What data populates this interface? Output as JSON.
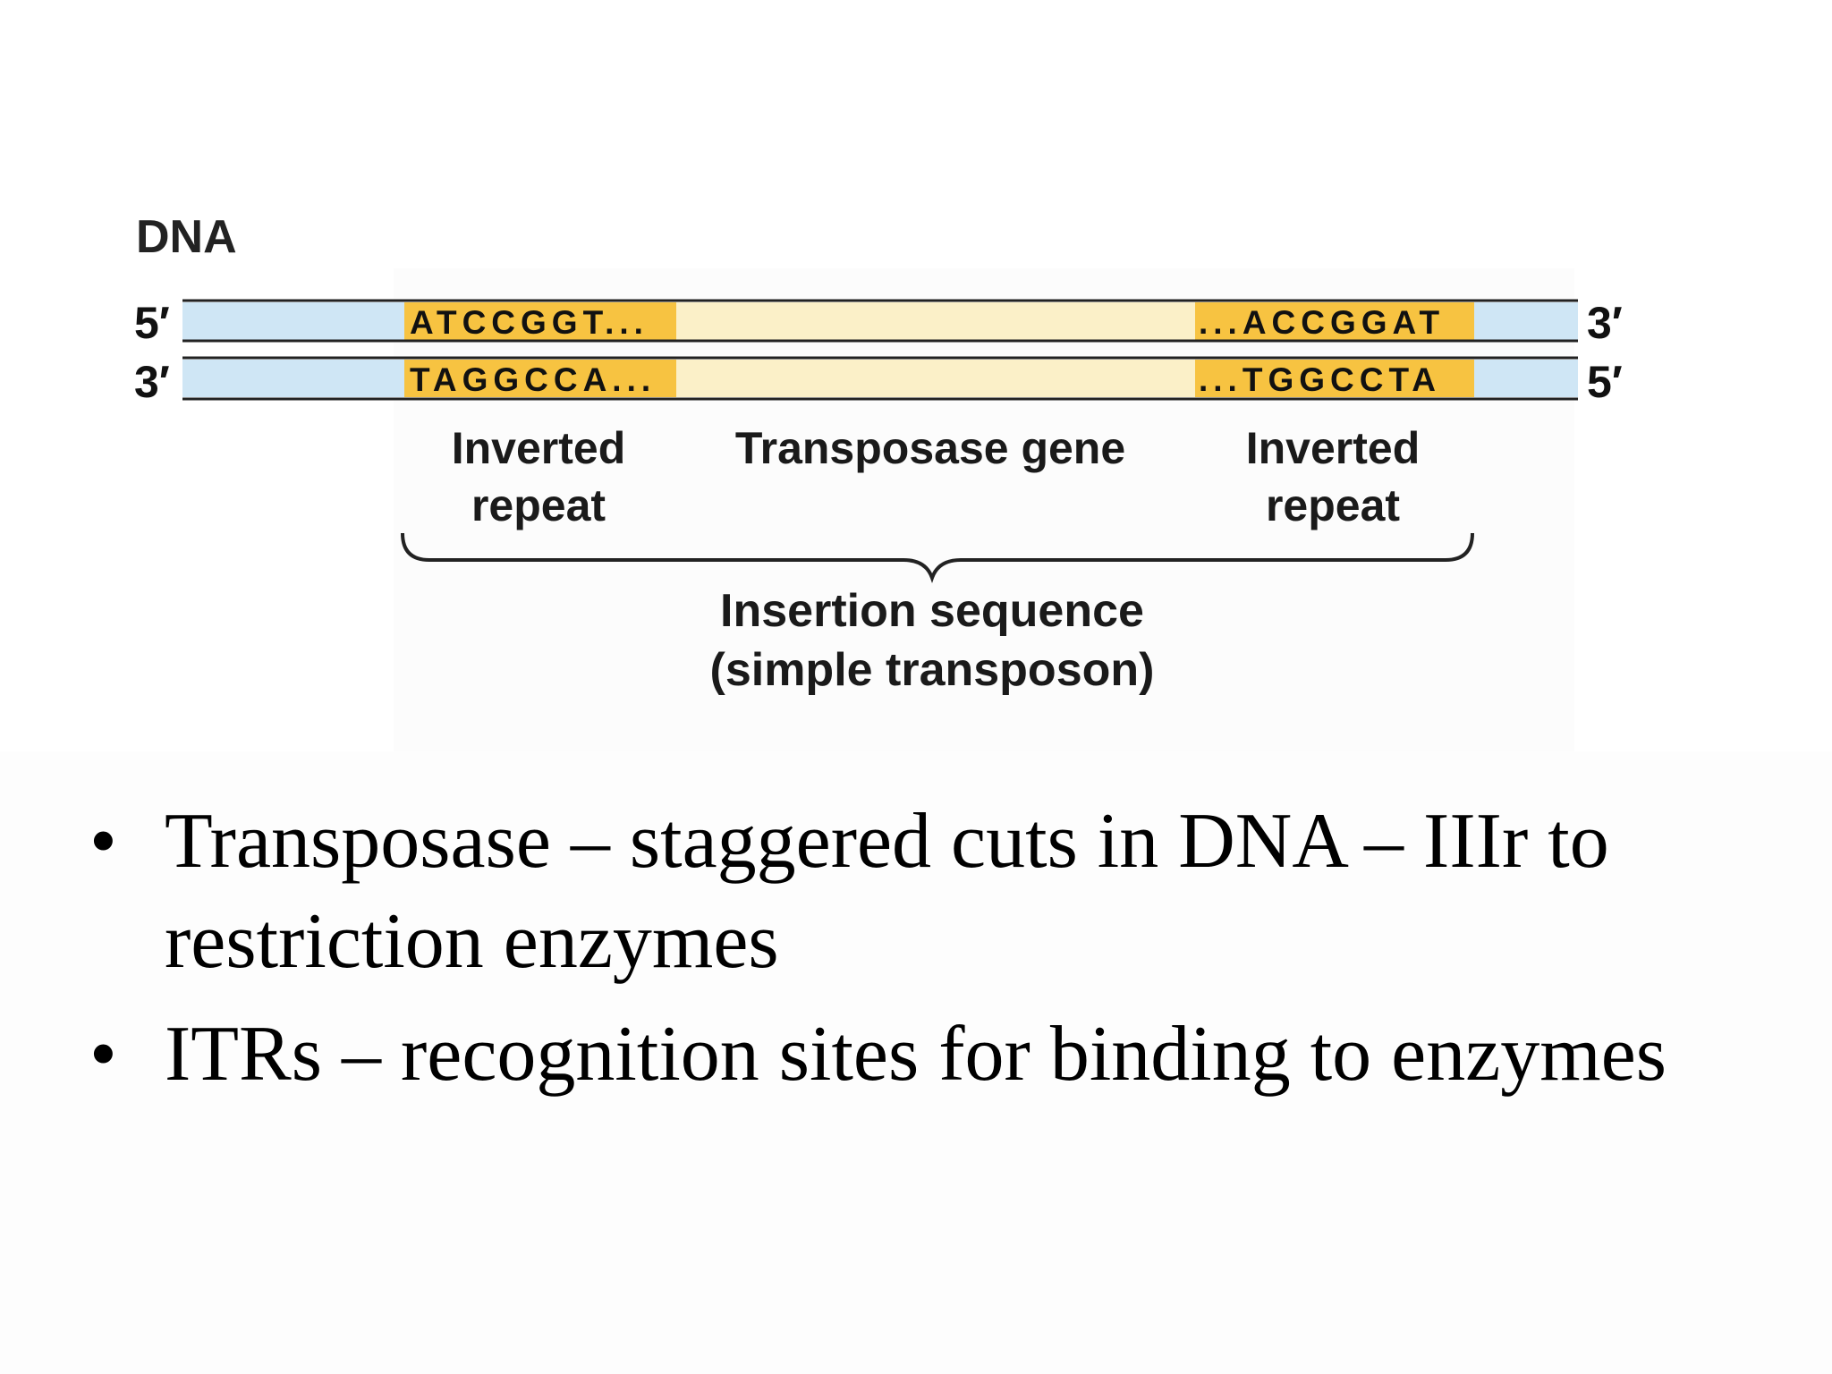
{
  "diagram": {
    "title": "DNA",
    "top_strand": {
      "left_end": "5′",
      "right_end": "3′",
      "left_repeat": "ATCCGGT...",
      "right_repeat": "...ACCGGAT"
    },
    "bottom_strand": {
      "left_end": "3′",
      "right_end": "5′",
      "left_repeat": "TAGGCCA...",
      "right_repeat": "...TGGCCTA"
    },
    "labels": {
      "left_repeat_line1": "Inverted",
      "left_repeat_line2": "repeat",
      "middle": "Transposase gene",
      "right_repeat_line1": "Inverted",
      "right_repeat_line2": "repeat",
      "insertion_line1": "Insertion sequence",
      "insertion_line2": "(simple transposon)"
    },
    "colors": {
      "flank": "#cfe6f5",
      "repeat": "#f7c341",
      "gene": "#fbf0c8",
      "strand_line": "#222222"
    }
  },
  "bullets": [
    {
      "bullet": "•",
      "text": "Transposase – staggered cuts in DNA – IIIr to restriction enzymes"
    },
    {
      "bullet": "•",
      "text": "ITRs – recognition sites for binding to enzymes"
    }
  ]
}
